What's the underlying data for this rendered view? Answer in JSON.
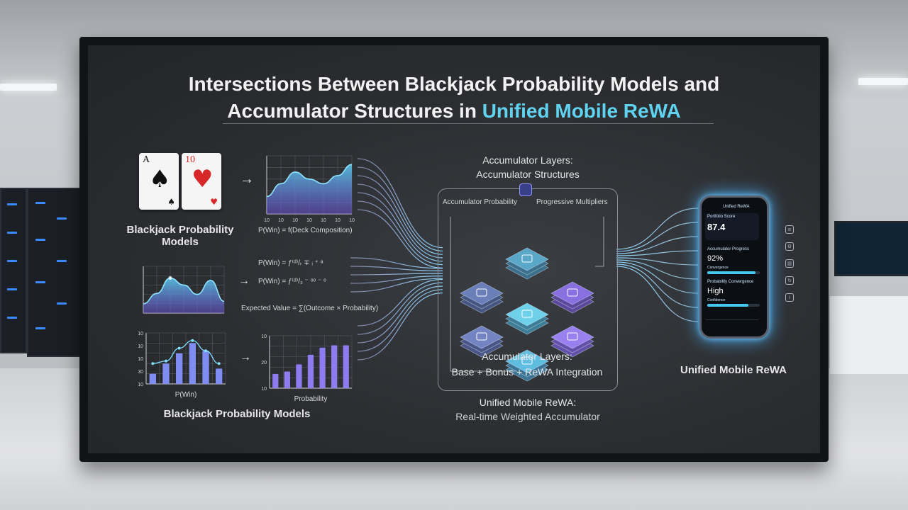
{
  "title": {
    "line1": "Intersections Between Blackjack Probability Models and",
    "line2_prefix": "Accumulator Structures in ",
    "line2_highlight": "Unified Mobile ReWA"
  },
  "cards": [
    {
      "rank": "A",
      "suit": "♠",
      "color": "#111111"
    },
    {
      "rank": "10",
      "suit": "♥",
      "color": "#d62828"
    }
  ],
  "left_panel": {
    "label_top_line1": "Blackjack Probability",
    "label_top_line2": "Models",
    "formula1": "P(Win) = f(Deck Composition)",
    "formula2a": "P(Win) = ",
    "formula2b": "P(Win) = ",
    "formula3": "Expected Value = ∑(Outcome × Probability)",
    "label_bottom": "Blackjack Probability Models",
    "bottom_left_xlabel": "P(Win)",
    "bottom_right_xlabel": "Probability"
  },
  "chart_data": [
    {
      "type": "area",
      "x": [
        10,
        10,
        10,
        10,
        10,
        10,
        10
      ],
      "values": [
        30,
        52,
        72,
        60,
        52,
        66,
        85
      ],
      "ylim": [
        0,
        100
      ],
      "grid": true
    },
    {
      "type": "area",
      "values": [
        20,
        42,
        75,
        60,
        40,
        70,
        25
      ],
      "ylim": [
        0,
        100
      ],
      "grid": true
    },
    {
      "type": "bar",
      "y_ticks": [
        10,
        10,
        10,
        30,
        10
      ],
      "values": [
        4,
        8,
        12,
        16,
        13,
        6
      ],
      "line_values": [
        8,
        9,
        14,
        17,
        13,
        8
      ],
      "ylim": [
        0,
        20
      ],
      "xlabel": "P(Win)",
      "grid": true
    },
    {
      "type": "bar",
      "y_ticks": [
        10,
        20,
        10
      ],
      "values": [
        6,
        7,
        10,
        14,
        17,
        18,
        18
      ],
      "ylim": [
        0,
        22
      ],
      "xlabel": "Probability",
      "grid": true
    }
  ],
  "accumulator": {
    "header_line1": "Accumulator Layers:",
    "header_line2": "Accumulator Structures",
    "left_tag": "Accumulator Probability",
    "right_tag": "Progressive Multipliers",
    "footer_line1": "Accumulator Layers:",
    "footer_line2": "Base + Bonus + ReWA Integration",
    "bottom_line1": "Unified Mobile ReWA:",
    "bottom_line2": "Real-time Weighted Accumulator"
  },
  "phone": {
    "app_title": "Unified ReWA",
    "card1_label": "Portfolio Score",
    "card1_value": "87.4",
    "card2_label": "Accumulator Progress",
    "card2_value": "92%",
    "card2_sub": "Convergence",
    "card2_progress": 0.92,
    "card3_label": "Probability Convergence",
    "card3_value": "High",
    "card3_sub": "Confidence",
    "card3_progress": 0.78,
    "caption": "Unified Mobile ReWA"
  },
  "colors": {
    "accent_cyan": "#5fd3f0",
    "accent_purple": "#8f7cf0",
    "glow_blue": "#4fb6ff"
  }
}
